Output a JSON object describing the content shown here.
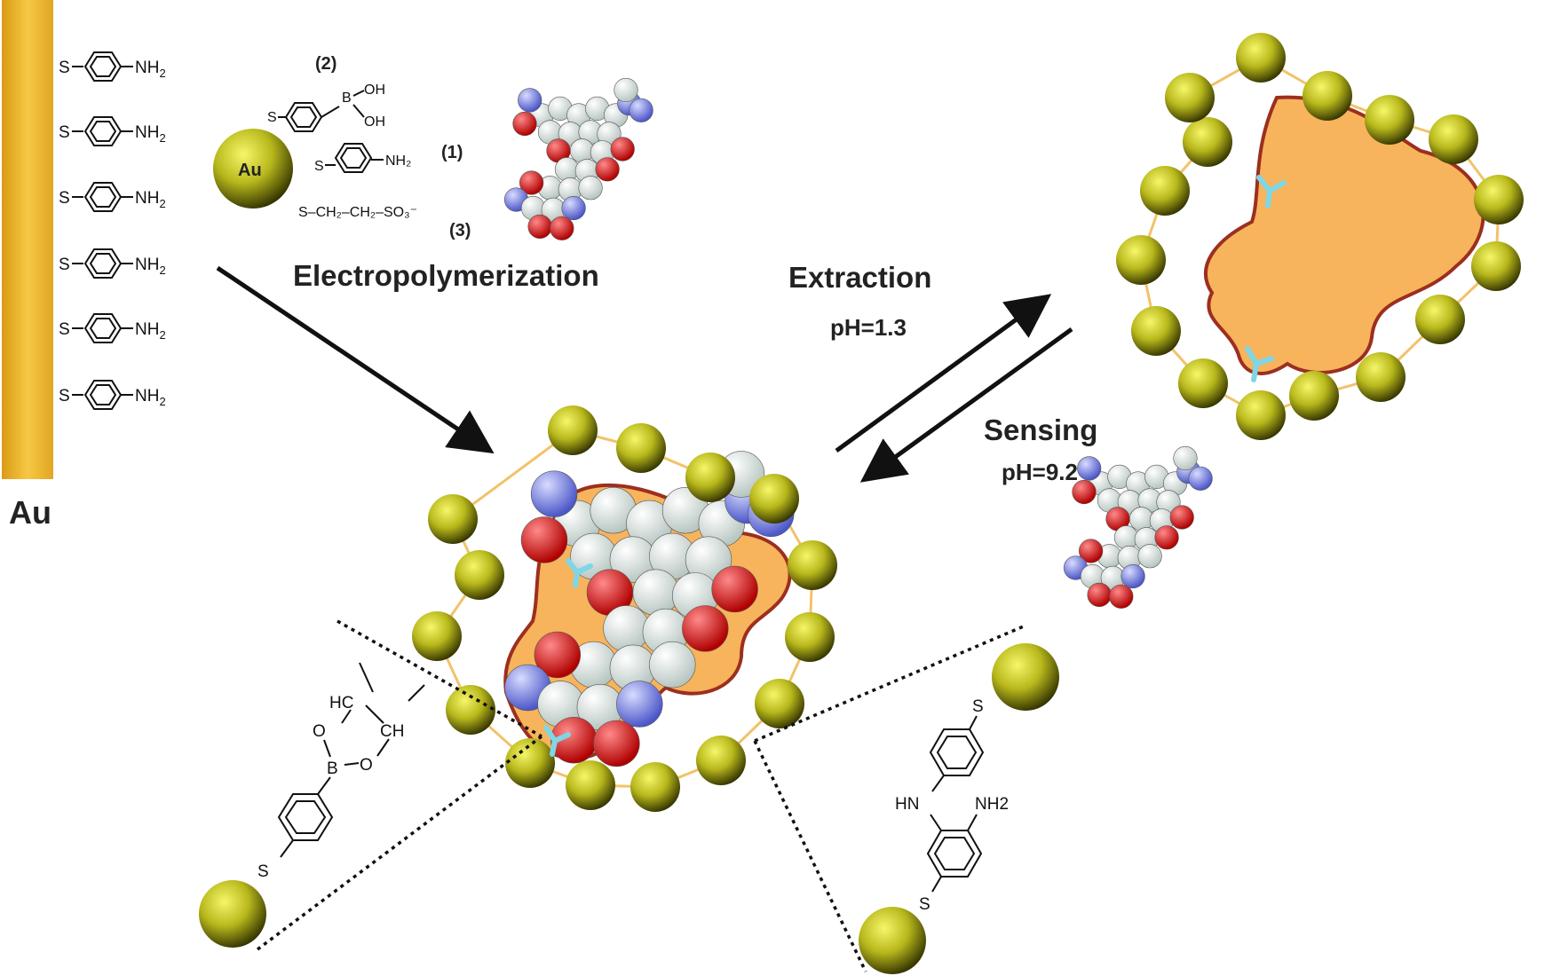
{
  "electrode": {
    "label": "Au",
    "color": "#f0b02a"
  },
  "surface_groups": [
    "S",
    "NH2"
  ],
  "nanoparticle": {
    "label": "Au",
    "ligand_labels": [
      "(1)",
      "(2)",
      "(3)"
    ],
    "ligand_text": {
      "boronic": "B",
      "oh": "OH",
      "sulfonate": "S-CH2-CH2-SO3"
    }
  },
  "steps": {
    "electropolymerization": "Electropolymerization",
    "extraction": "Extraction",
    "extraction_ph": "pH=1.3",
    "sensing": "Sensing",
    "sensing_ph": "pH=9.2"
  },
  "insets": {
    "boronate_ester": {
      "atoms": [
        "HC",
        "CH",
        "O",
        "O",
        "B",
        "S"
      ]
    },
    "aniline_dimer": {
      "atoms": [
        "S",
        "HN",
        "NH2",
        "S"
      ]
    }
  },
  "colors": {
    "cavity": "#f7b45c",
    "cavity_outline": "#9c2f1f",
    "particle_light": "#e6e640",
    "particle_dark": "#4a4a00",
    "receptor": "#7fd6e6",
    "linker": "#f2c26a"
  }
}
